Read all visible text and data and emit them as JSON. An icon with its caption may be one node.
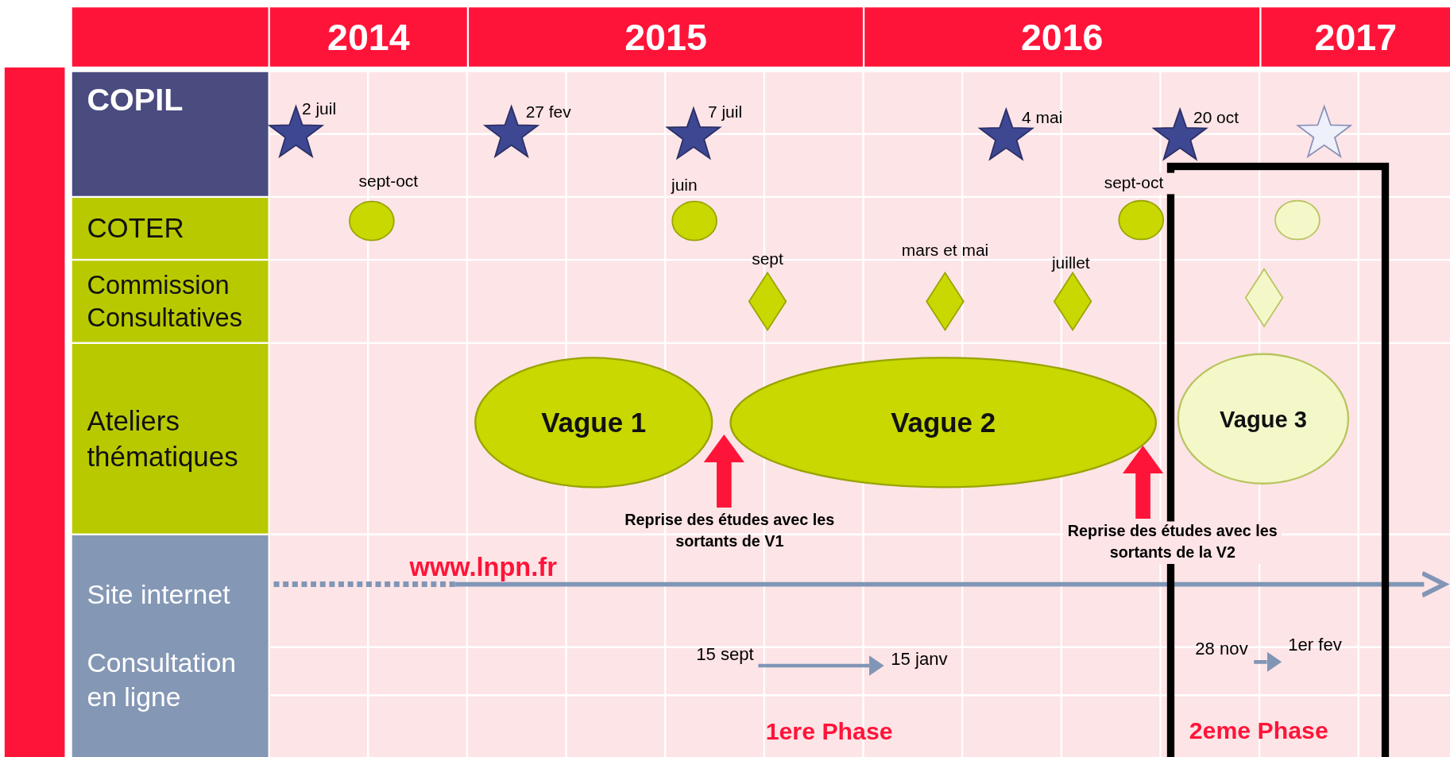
{
  "diagram": {
    "nodes": [
      {
        "text": [
          "2014"
        ]
      },
      {
        "text": [
          "2015"
        ]
      },
      {
        "text": [
          "2016"
        ]
      },
      {
        "text": [
          "2017"
        ]
      },
      {
        "text": [
          "COPIL"
        ]
      },
      {
        "text": [
          "COTER"
        ]
      },
      {
        "text": [
          "Commission Consultatives"
        ]
      },
      {
        "text": [
          "Ateliers thématiques"
        ]
      },
      {
        "text": [
          "Site internet",
          "Consultation en ligne"
        ]
      },
      {
        "text": [],
        "shape": "star",
        "beside": [
          "2 juil"
        ]
      },
      {
        "text": [],
        "shape": "star",
        "beside": [
          "27 fev"
        ]
      },
      {
        "text": [],
        "shape": "star",
        "beside": [
          "7 juil"
        ]
      },
      {
        "text": [],
        "shape": "star",
        "beside": [
          "4 mai"
        ]
      },
      {
        "text": [],
        "shape": "star",
        "beside": [
          "20 oct"
        ]
      },
      {
        "text": [],
        "shape": "star"
      },
      {
        "text": [],
        "shape": "circle",
        "beside": [
          "sept-oct"
        ]
      },
      {
        "text": [],
        "shape": "circle",
        "beside": [
          "juin"
        ]
      },
      {
        "text": [],
        "shape": "circle",
        "beside": [
          "sept-oct"
        ]
      },
      {
        "text": [],
        "shape": "circle"
      },
      {
        "text": [],
        "shape": "diamond",
        "beside": [
          "sept"
        ]
      },
      {
        "text": [],
        "shape": "diamond",
        "beside": [
          "mars et mai"
        ]
      },
      {
        "text": [],
        "shape": "diamond",
        "beside": [
          "juillet"
        ]
      },
      {
        "text": [],
        "shape": "diamond"
      },
      {
        "text": [
          "Vague 1"
        ]
      },
      {
        "text": [
          "Vague 2"
        ]
      },
      {
        "text": [
          "Vague 3"
        ]
      },
      {
        "text": [
          "Reprise des études avec les sortants de V1"
        ]
      },
      {
        "text": [
          "Reprise des études avec les sortants de la V2"
        ]
      },
      {
        "text": [
          "15 sept"
        ]
      },
      {
        "text": [
          "15 janv"
        ]
      },
      {
        "text": [
          "28 nov"
        ]
      },
      {
        "text": [
          "1er fev"
        ]
      },
      {
        "text": [],
        "shape": "bar"
      }
    ],
    "edges": [
      {
        "from": 26,
        "to": 23,
        "arrow": "to",
        "style": "thick",
        "color": "#ff1439"
      },
      {
        "from": 27,
        "to": 25,
        "arrow": "to",
        "style": "thick",
        "color": "#ff1439"
      },
      {
        "from": 28,
        "to": 29,
        "arrow": "to",
        "color": "#8196b6"
      },
      {
        "from": 30,
        "to": 31,
        "arrow": "to",
        "color": "#8196b6"
      }
    ],
    "labels": [
      "www.lnpn.fr",
      "1ere Phase",
      "2eme Phase"
    ]
  }
}
